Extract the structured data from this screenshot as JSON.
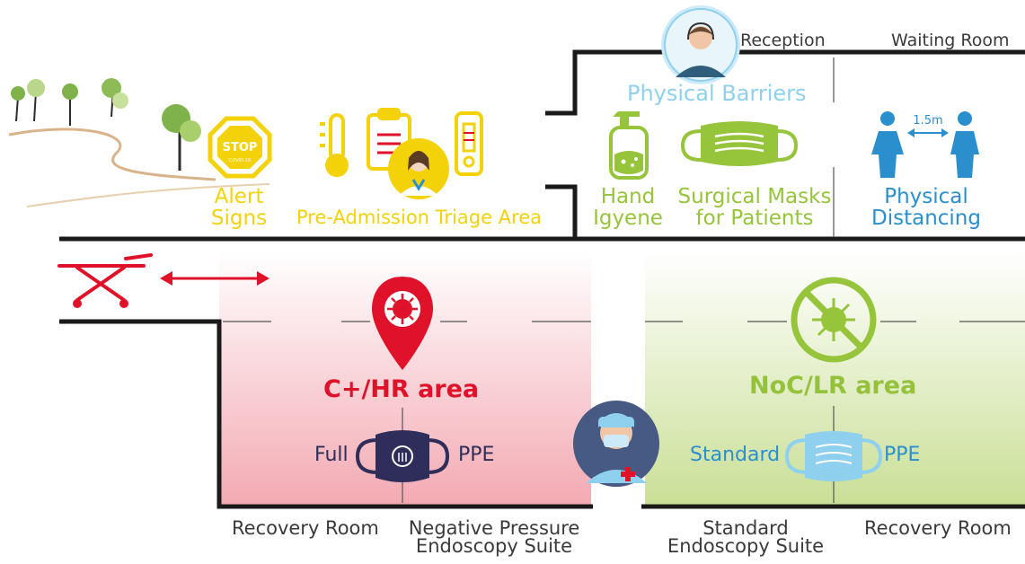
{
  "colors": {
    "wall": "#1a1a1a",
    "red_area": "#e0122a",
    "green_area": "#95c23b",
    "yellow": "#f4d20a",
    "blue": "#2b8fce",
    "light_blue": "#8fd0ef",
    "navy": "#2f2d5a"
  },
  "labels": {
    "reception": "Reception",
    "waiting_room": "Waiting Room",
    "physical_barriers": "Physical Barriers",
    "alert_signs_1": "Alert",
    "alert_signs_2": "Signs",
    "triage": "Pre-Admission Triage Area",
    "hand_1": "Hand",
    "hand_2": "Igyene",
    "masks_1": "Surgical Masks",
    "masks_2": "for Patients",
    "distancing_1": "Physical",
    "distancing_2": "Distancing",
    "distance_value": "1.5m",
    "stop_sign": "STOP",
    "stop_sub": "COVID-19",
    "chr_area": "C+/HR area",
    "nocl_area": "NoC/LR area",
    "full": "Full",
    "ppe_left": "PPE",
    "standard": "Standard",
    "ppe_right": "PPE",
    "recovery_left": "Recovery Room",
    "neg_pressure_1": "Negative Pressure",
    "neg_pressure_2": "Endoscopy Suite",
    "std_suite_1": "Standard",
    "std_suite_2": "Endoscopy Suite",
    "recovery_right": "Recovery Room"
  }
}
